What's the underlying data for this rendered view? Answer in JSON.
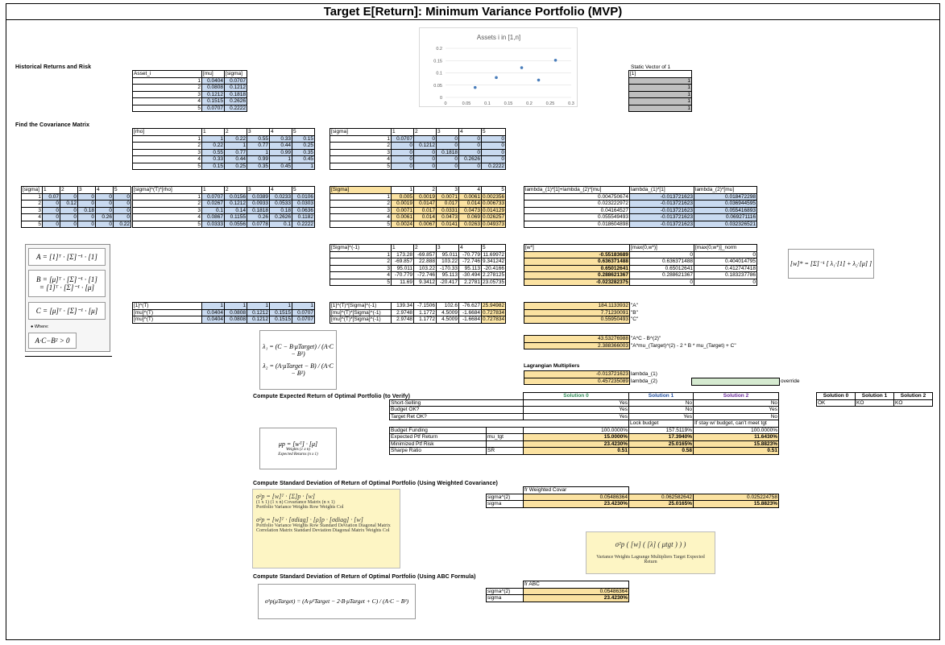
{
  "title": "Target E[Return]: Minimum Variance Portfolio (MVP)",
  "chart": {
    "title": "Assets i in [1,n]",
    "type": "scatter",
    "x": [
      0.0707,
      0.1212,
      0.1818,
      0.2222,
      0.2626
    ],
    "y": [
      0.0404,
      0.0808,
      0.1212,
      0.0707,
      0.1515
    ],
    "xticks": [
      "0",
      "0.05",
      "0.1",
      "0.15",
      "0.2",
      "0.25",
      "0.3"
    ],
    "yticks": [
      "0",
      "0.05",
      "0.1",
      "0.15",
      "0.2"
    ],
    "xlim": [
      0,
      0.3
    ],
    "ylim": [
      0,
      0.2
    ],
    "color": "#4a7ebb"
  },
  "sections": {
    "historical": "Historical Returns and Risk",
    "covariance": "Find the Covariance Matrix",
    "expected": "Compute Expected Return of Optimal Portfolio (to Verify)",
    "sd_weighted": "Compute Standard Deviation of Return of Optimal Portfolio (Using Weighted Covariance)",
    "sd_abc": "Compute Standard Deviation of Return of Optimal Portfolio (Using ABC Formula)",
    "static_vec": "Static Vector of 1",
    "lagrange": "Lagrangian Multipliers"
  },
  "assets": {
    "headers": [
      "Asset_i",
      "[mu]",
      "[sigma]"
    ],
    "rows": [
      [
        "1",
        "0.0404",
        "0.0707"
      ],
      [
        "2",
        "0.0808",
        "0.1212"
      ],
      [
        "3",
        "0.1212",
        "0.1818"
      ],
      [
        "4",
        "0.1515",
        "0.2626"
      ],
      [
        "5",
        "0.0707",
        "0.2222"
      ]
    ]
  },
  "ones": {
    "header": "[1]",
    "rows": [
      "1",
      "1",
      "1",
      "1",
      "1"
    ]
  },
  "rho": {
    "headers": [
      "[rho]",
      "1",
      "2",
      "3",
      "4",
      "5"
    ],
    "rows": [
      [
        "1",
        "1",
        "0.22",
        "0.55",
        "0.33",
        "0.15"
      ],
      [
        "2",
        "0.22",
        "1",
        "0.77",
        "0.44",
        "0.25"
      ],
      [
        "3",
        "0.55",
        "0.77",
        "1",
        "0.99",
        "0.35"
      ],
      [
        "4",
        "0.33",
        "0.44",
        "0.99",
        "1",
        "0.45"
      ],
      [
        "5",
        "0.15",
        "0.25",
        "0.35",
        "0.45",
        "1"
      ]
    ]
  },
  "sigma_diag": {
    "headers": [
      "[sigma]",
      "1",
      "2",
      "3",
      "4",
      "5"
    ],
    "rows": [
      [
        "1",
        "0.0707",
        "0",
        "0",
        "0",
        "0"
      ],
      [
        "2",
        "0",
        "0.1212",
        "0",
        "0",
        "0"
      ],
      [
        "3",
        "0",
        "0",
        "0.1818",
        "0",
        "0"
      ],
      [
        "4",
        "0",
        "0",
        "0",
        "0.2626",
        "0"
      ],
      [
        "5",
        "0",
        "0",
        "0",
        "0",
        "0.2222"
      ]
    ]
  },
  "sigma_small": {
    "headers": [
      "[sigma]",
      "1",
      "2",
      "3",
      "4",
      "5"
    ],
    "rows": [
      [
        "1",
        "0.07",
        "0",
        "0",
        "0",
        "0"
      ],
      [
        "2",
        "0",
        "0.12",
        "0",
        "0",
        "0"
      ],
      [
        "3",
        "0",
        "0",
        "0.18",
        "0",
        "0"
      ],
      [
        "4",
        "0",
        "0",
        "0",
        "0.26",
        "0"
      ],
      [
        "5",
        "0",
        "0",
        "0",
        "0",
        "0.22"
      ]
    ]
  },
  "sig_rho": {
    "headers": [
      "[sigma]^(T)*[rho]",
      "1",
      "2",
      "3",
      "4",
      "5"
    ],
    "rows": [
      [
        "1",
        "0.0707",
        "0.0156",
        "0.0389",
        "0.0233",
        "0.0106"
      ],
      [
        "2",
        "0.0267",
        "0.1212",
        "0.0933",
        "0.0533",
        "0.0303"
      ],
      [
        "3",
        "0.1",
        "0.14",
        "0.1818",
        "0.18",
        "0.0636"
      ],
      [
        "4",
        "0.0867",
        "0.1155",
        "0.26",
        "0.2626",
        "0.1182"
      ],
      [
        "5",
        "0.0333",
        "0.0556",
        "0.0778",
        "0.1",
        "0.2222"
      ]
    ]
  },
  "Sigma": {
    "headers": [
      "[Sigma]",
      "1",
      "2",
      "3",
      "4",
      "5"
    ],
    "rows": [
      [
        "1",
        "0.005",
        "0.0019",
        "0.0071",
        "0.0061",
        "0.002356"
      ],
      [
        "2",
        "0.0019",
        "0.0147",
        "0.017",
        "0.014",
        "0.006733"
      ],
      [
        "3",
        "0.0071",
        "0.017",
        "0.0331",
        "0.0473",
        "0.014129"
      ],
      [
        "4",
        "0.0061",
        "0.014",
        "0.0473",
        "0.069",
        "0.026257"
      ],
      [
        "5",
        "0.0024",
        "0.0067",
        "0.0141",
        "0.0263",
        "0.049373"
      ]
    ]
  },
  "lam_table": {
    "headers": [
      "lambda_(1)*[1]+lambda_(2)*[mu]",
      "lambda_(1)*[1]",
      "lambda_(2)*[mu]"
    ],
    "rows": [
      [
        "0.004750674",
        "-0.013721623",
        "0.018472298"
      ],
      [
        "0.023222972",
        "-0.013721623",
        "0.036944595"
      ],
      [
        "0.04164527",
        "-0.013721623",
        "0.055416893"
      ],
      [
        "0.055549493",
        "-0.013721623",
        "0.069271116"
      ],
      [
        "0.018604898",
        "-0.013721623",
        "0.032326521"
      ]
    ]
  },
  "Sigma_inv": {
    "headers": [
      "[Sigma]^(-1)",
      "1",
      "2",
      "3",
      "4",
      "5"
    ],
    "rows": [
      [
        "1",
        "173.28",
        "-69.857",
        "95.011",
        "-70.779",
        "11.69972"
      ],
      [
        "2",
        "-69.857",
        "22.888",
        "103.22",
        "-72.746",
        "9.341242"
      ],
      [
        "3",
        "95.011",
        "103.22",
        "-170.33",
        "95.113",
        "-20.4166"
      ],
      [
        "4",
        "-70.779",
        "-72.746",
        "95.113",
        "-30.494",
        "2.278125"
      ],
      [
        "5",
        "11.69",
        "9.3412",
        "-20.417",
        "2.2781",
        "23.05735"
      ]
    ]
  },
  "w_table": {
    "headers": [
      "[w*]",
      "[max(0,w*)]",
      "[max(0,w*)]_norm"
    ],
    "rows": [
      [
        "-0.55183689",
        "0",
        "0"
      ],
      [
        "0.636371488",
        "0.636371488",
        "0.404014795"
      ],
      [
        "0.65012641",
        "0.65012641",
        "0.412747418"
      ],
      [
        "0.288621367",
        "0.288621367",
        "0.183237786"
      ],
      [
        "-0.023282375",
        "0",
        "0"
      ]
    ]
  },
  "row_vecs": {
    "headers": [
      "[1]^(T)",
      "1",
      "1",
      "1",
      "1",
      "1"
    ],
    "rows": [
      [
        "[mu]^(T)",
        "0.0404",
        "0.0808",
        "0.1212",
        "0.1515",
        "0.0707"
      ],
      [
        "[mu]^(T)",
        "0.0404",
        "0.0808",
        "0.1212",
        "0.1515",
        "0.0707"
      ]
    ]
  },
  "abc_rows": [
    [
      "[1]^(T)*[Sigma]^(-1)",
      "139.34",
      "-7.1506",
      "102.6",
      "-76.627",
      "25.94982"
    ],
    [
      "[mu]^(T)*[Sigma]^(-1)",
      "2.9748",
      "1.1772",
      "4.5009",
      "-1.6684",
      "0.727834"
    ],
    [
      "[mu]^(T)*[Sigma]^(-1)",
      "2.9748",
      "1.1772",
      "4.5009",
      "-1.6684",
      "0.727834"
    ]
  ],
  "abc_vals": [
    [
      "184.1133932",
      "\"A\""
    ],
    [
      "7.71230091",
      "\"B\""
    ],
    [
      "0.55950493",
      "\"C\""
    ]
  ],
  "ac_vals": [
    [
      "43.53276988",
      "\"A*C - B^(2)\""
    ],
    [
      "2.388366003",
      "\"A*mu_(Target)^(2) - 2 * B * mu_(Target) + C\""
    ]
  ],
  "lambdas": [
    [
      "-0.013721623",
      "lambda_(1)"
    ],
    [
      "0.457235089",
      "lambda_(2)"
    ]
  ],
  "override": "override",
  "verify": {
    "labels": [
      "Short-Selling",
      "Budget OK?",
      "Target Ret OK?"
    ],
    "sol_headers": [
      "Solution 0",
      "Solution 1",
      "Solution 2"
    ],
    "rows": [
      [
        "Yes",
        "No",
        "No"
      ],
      [
        "Yes",
        "No",
        "Yes"
      ],
      [
        "Yes",
        "Yes",
        "No"
      ]
    ]
  },
  "status": {
    "headers": [
      "Solution 0",
      "Solution 1",
      "Solution 2"
    ],
    "values": [
      "OK",
      "KO",
      "KO"
    ]
  },
  "metrics": {
    "col_headers": [
      "Lock budget",
      "If stay w/ budget, can't meet tgt"
    ],
    "labels": [
      "Budget Funding",
      "Expected Ptf Return",
      "Minimized Ptf Risk",
      "Sharpe Ratio"
    ],
    "tags": [
      "",
      "mu_tgt",
      "",
      "SR"
    ],
    "rows": [
      [
        "100.0000%",
        "157.5119%",
        "100.0000%"
      ],
      [
        "15.0000%",
        "17.3940%",
        "11.6430%"
      ],
      [
        "23.4230%",
        "25.0165%",
        "15.8823%"
      ],
      [
        "0.51",
        "0.58",
        "0.51"
      ]
    ]
  },
  "sdw": {
    "header": "fr Weighted Covar",
    "labels": [
      "sigma^(2)",
      "sigma"
    ],
    "rows": [
      [
        "0.05486364",
        "0.062582642",
        "0.025224758"
      ],
      [
        "23.4230%",
        "25.0165%",
        "15.8823%"
      ]
    ]
  },
  "sdabc": {
    "header": "fr ABC",
    "labels": [
      "sigma^(2)",
      "sigma"
    ],
    "rows": [
      [
        "0.05486364"
      ],
      [
        "23.4230%"
      ]
    ]
  },
  "eq": {
    "A": "A = [1]ᵀ · [Σ]⁻¹ · [1]",
    "B1": "B = [μ]ᵀ · [Σ]⁻¹ · [1]",
    "B2": "= [1]ᵀ · [Σ]⁻¹ · [μ]",
    "C": "C = [μ]ᵀ · [Σ]⁻¹ · [μ]",
    "where": "● Where:",
    "cond": "A·C−B² > 0",
    "l1": "λ₁ = (C − B·μTarget) / (A·C − B²)",
    "l2": "λ₂ = (A·μTarget − B) / (A·C − B²)",
    "w": "[w]* = [Σ]⁻¹ [ λ₁·[1] + λ₂·[μ] ]",
    "mup": "μp = [wᵀ] · [μ]",
    "mup_w": "Weights (1 x n)",
    "mup_r": "Expected Returns (n x 1)",
    "sigabc": "σ²p(μTarget) = (A·μ²Target − 2·B·μTarget + C) / (A·C − B²)"
  },
  "note1": {
    "l1": "σ²p = [w]ᵀ · [Σ]p · [w]",
    "l1s": "(1 x 1)  (1 x n)  Covariance Matrix  (n x 1)",
    "l1c": "Portfolio Variance   Weights Row     Weights Col",
    "l2": "σ²p = [w]ᵀ · [σdiag] · [ρ]p · [σdiag] · [w]",
    "l2c": "Portfolio Variance  Weights Row  Standard Deviation Diagonal Matrix  Correlation Matrix  Standard Deviation Diagonal Matrix  Weights Col"
  },
  "note2": {
    "eq": "σ²p ( [w] ( [λ] ( μtgt ) ) )",
    "cap": "Variance   Weights   Lagrange Multipliers   Target Expected Return"
  }
}
